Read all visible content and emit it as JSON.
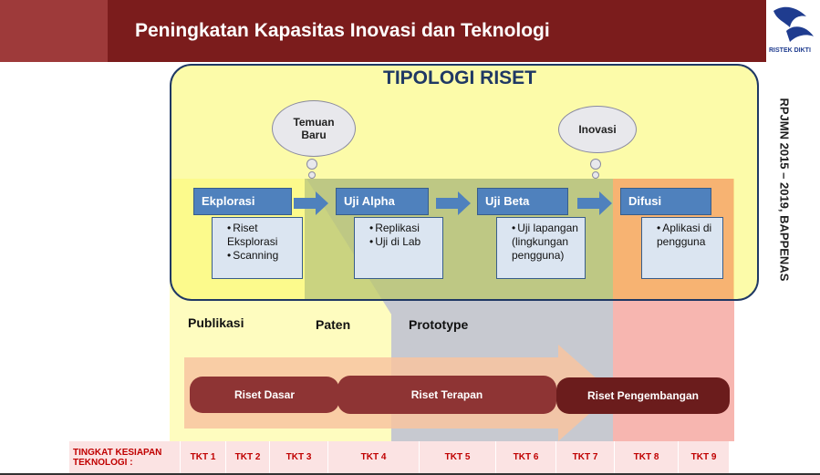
{
  "header": {
    "title": "Peningkatan Kapasitas Inovasi dan Teknologi",
    "logo_text": "RISTEK DIKTI"
  },
  "diagram": {
    "heading": "TIPOLOGI RISET",
    "side_note": "RPJMN 2015 – 2019, BAPPENAS",
    "clouds": [
      {
        "text": "Temuan Baru"
      },
      {
        "text": "Inovasi"
      }
    ],
    "stages": [
      {
        "label": "Ekplorasi",
        "items": [
          "Riset Eksplorasi",
          "Scanning"
        ]
      },
      {
        "label": "Uji Alpha",
        "items": [
          "Replikasi",
          "Uji di Lab"
        ]
      },
      {
        "label": "Uji Beta",
        "items": [
          "Uji lapangan (lingkungan pengguna)"
        ]
      },
      {
        "label": "Difusi",
        "items": [
          "Aplikasi di pengguna"
        ]
      }
    ],
    "outputs": [
      "Publikasi",
      "Paten",
      "Prototype"
    ],
    "research_types": [
      "Riset Dasar",
      "Riset Terapan",
      "Riset Pengembangan"
    ],
    "colors": {
      "riset_dasar": "#8e3434",
      "riset_terapan": "#8e3434",
      "riset_pengembangan": "#6b1c1c",
      "stage": "#4f81bd"
    }
  },
  "tkt": {
    "label": "TINGKAT KESIAPAN TEKNOLOGI :",
    "levels": [
      "TKT 1",
      "TKT 2",
      "TKT 3",
      "TKT 4",
      "TKT 5",
      "TKT 6",
      "TKT 7",
      "TKT 8",
      "TKT 9"
    ]
  }
}
